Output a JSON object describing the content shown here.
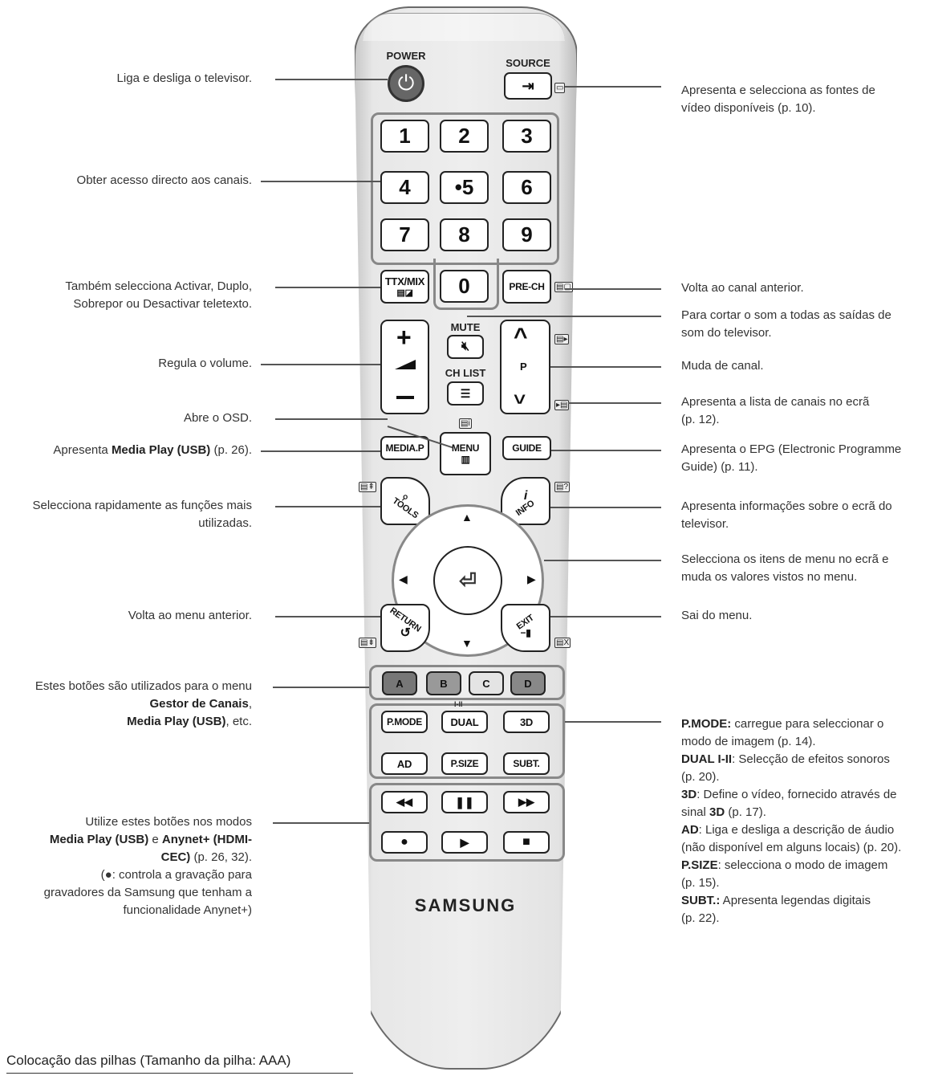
{
  "remote": {
    "power_label": "POWER",
    "source_label": "SOURCE",
    "numbers": [
      "1",
      "2",
      "3",
      "4",
      "•5",
      "6",
      "7",
      "8",
      "9"
    ],
    "zero": "0",
    "ttx_label": "TTX/MIX",
    "prech_label": "PRE-CH",
    "mute_label": "MUTE",
    "chlist_label": "CH LIST",
    "p_label": "P",
    "mediap_label": "MEDIA.P",
    "menu_label": "MENU",
    "guide_label": "GUIDE",
    "tools_label": "TOOLS",
    "info_label": "INFO",
    "return_label": "RETURN",
    "exit_label": "EXIT",
    "color_buttons": [
      "A",
      "B",
      "C",
      "D"
    ],
    "pmode_label": "P.MODE",
    "dual_label": "DUAL",
    "dual_sub": "I-II",
    "threed_label": "3D",
    "ad_label": "AD",
    "psize_label": "P.SIZE",
    "subt_label": "SUBT.",
    "brand": "SAMSUNG"
  },
  "left_notes": {
    "power": "Liga e desliga o televisor.",
    "numbers": "Obter acesso directo aos canais.",
    "ttx_1": "Também selecciona Activar, Duplo,",
    "ttx_2": "Sobrepor ou Desactivar teletexto.",
    "volume": "Regula o volume.",
    "osd": "Abre o OSD.",
    "mediap_pre": "Apresenta ",
    "mediap_bold": "Media Play (USB)",
    "mediap_post": " (p. 26).",
    "tools_1": "Selecciona rapidamente as funções mais",
    "tools_2": "utilizadas.",
    "return": "Volta ao menu anterior.",
    "color_1": "Estes botões são utilizados para o menu",
    "color_2": "Gestor de Canais",
    "color_2_post": ",",
    "color_3": "Media Play (USB)",
    "color_3_post": ", etc.",
    "media_1": "Utilize estes botões nos modos",
    "media_2a": "Media Play (USB)",
    "media_2b": " e ",
    "media_2c": "Anynet+ (HDMI-",
    "media_3a": "CEC)",
    "media_3b": " (p. 26, 32).",
    "media_4": "(●: controla a gravação para",
    "media_5": "gravadores da Samsung que tenham a",
    "media_6": "funcionalidade Anynet+)"
  },
  "right_notes": {
    "source_1": "Apresenta e selecciona as fontes de",
    "source_2": "vídeo disponíveis (p. 10).",
    "prech": "Volta ao canal anterior.",
    "mute_1": "Para cortar o som a todas as saídas de",
    "mute_2": "som do televisor.",
    "channel": "Muda de canal.",
    "chlist_1": "Apresenta a lista de canais no ecrã",
    "chlist_2": "(p. 12).",
    "guide_1": "Apresenta o EPG (Electronic Programme",
    "guide_2": "Guide) (p. 11).",
    "info_1": "Apresenta informações sobre o ecrã do",
    "info_2": "televisor.",
    "nav_1": "Selecciona os itens de menu no ecrã e",
    "nav_2": "muda os valores vistos no menu.",
    "exit": "Sai do menu.",
    "pmode_label": "P.MODE:",
    "pmode_text": " carregue para seleccionar o",
    "pmode_text2": "modo de imagem (p. 14).",
    "dual_label": "DUAL I-II",
    "dual_text": ": Selecção de efeitos sonoros",
    "dual_text2": "(p. 20).",
    "threed_label": "3D",
    "threed_text": ": Define o vídeo, fornecido através de",
    "threed_text2a": "sinal ",
    "threed_text2b": "3D",
    "threed_text2c": " (p. 17).",
    "ad_label": "AD",
    "ad_text": ": Liga e desliga a descrição de áudio",
    "ad_text2": "(não disponível em alguns locais) (p. 20).",
    "psize_label": "P.SIZE",
    "psize_text": ": selecciona o modo de imagem",
    "psize_text2": "(p. 15).",
    "subt_label": "SUBT.:",
    "subt_text": " Apresenta legendas digitais",
    "subt_text2": "(p. 22)."
  },
  "heading": "Colocação das pilhas (Tamanho da pilha: AAA)"
}
